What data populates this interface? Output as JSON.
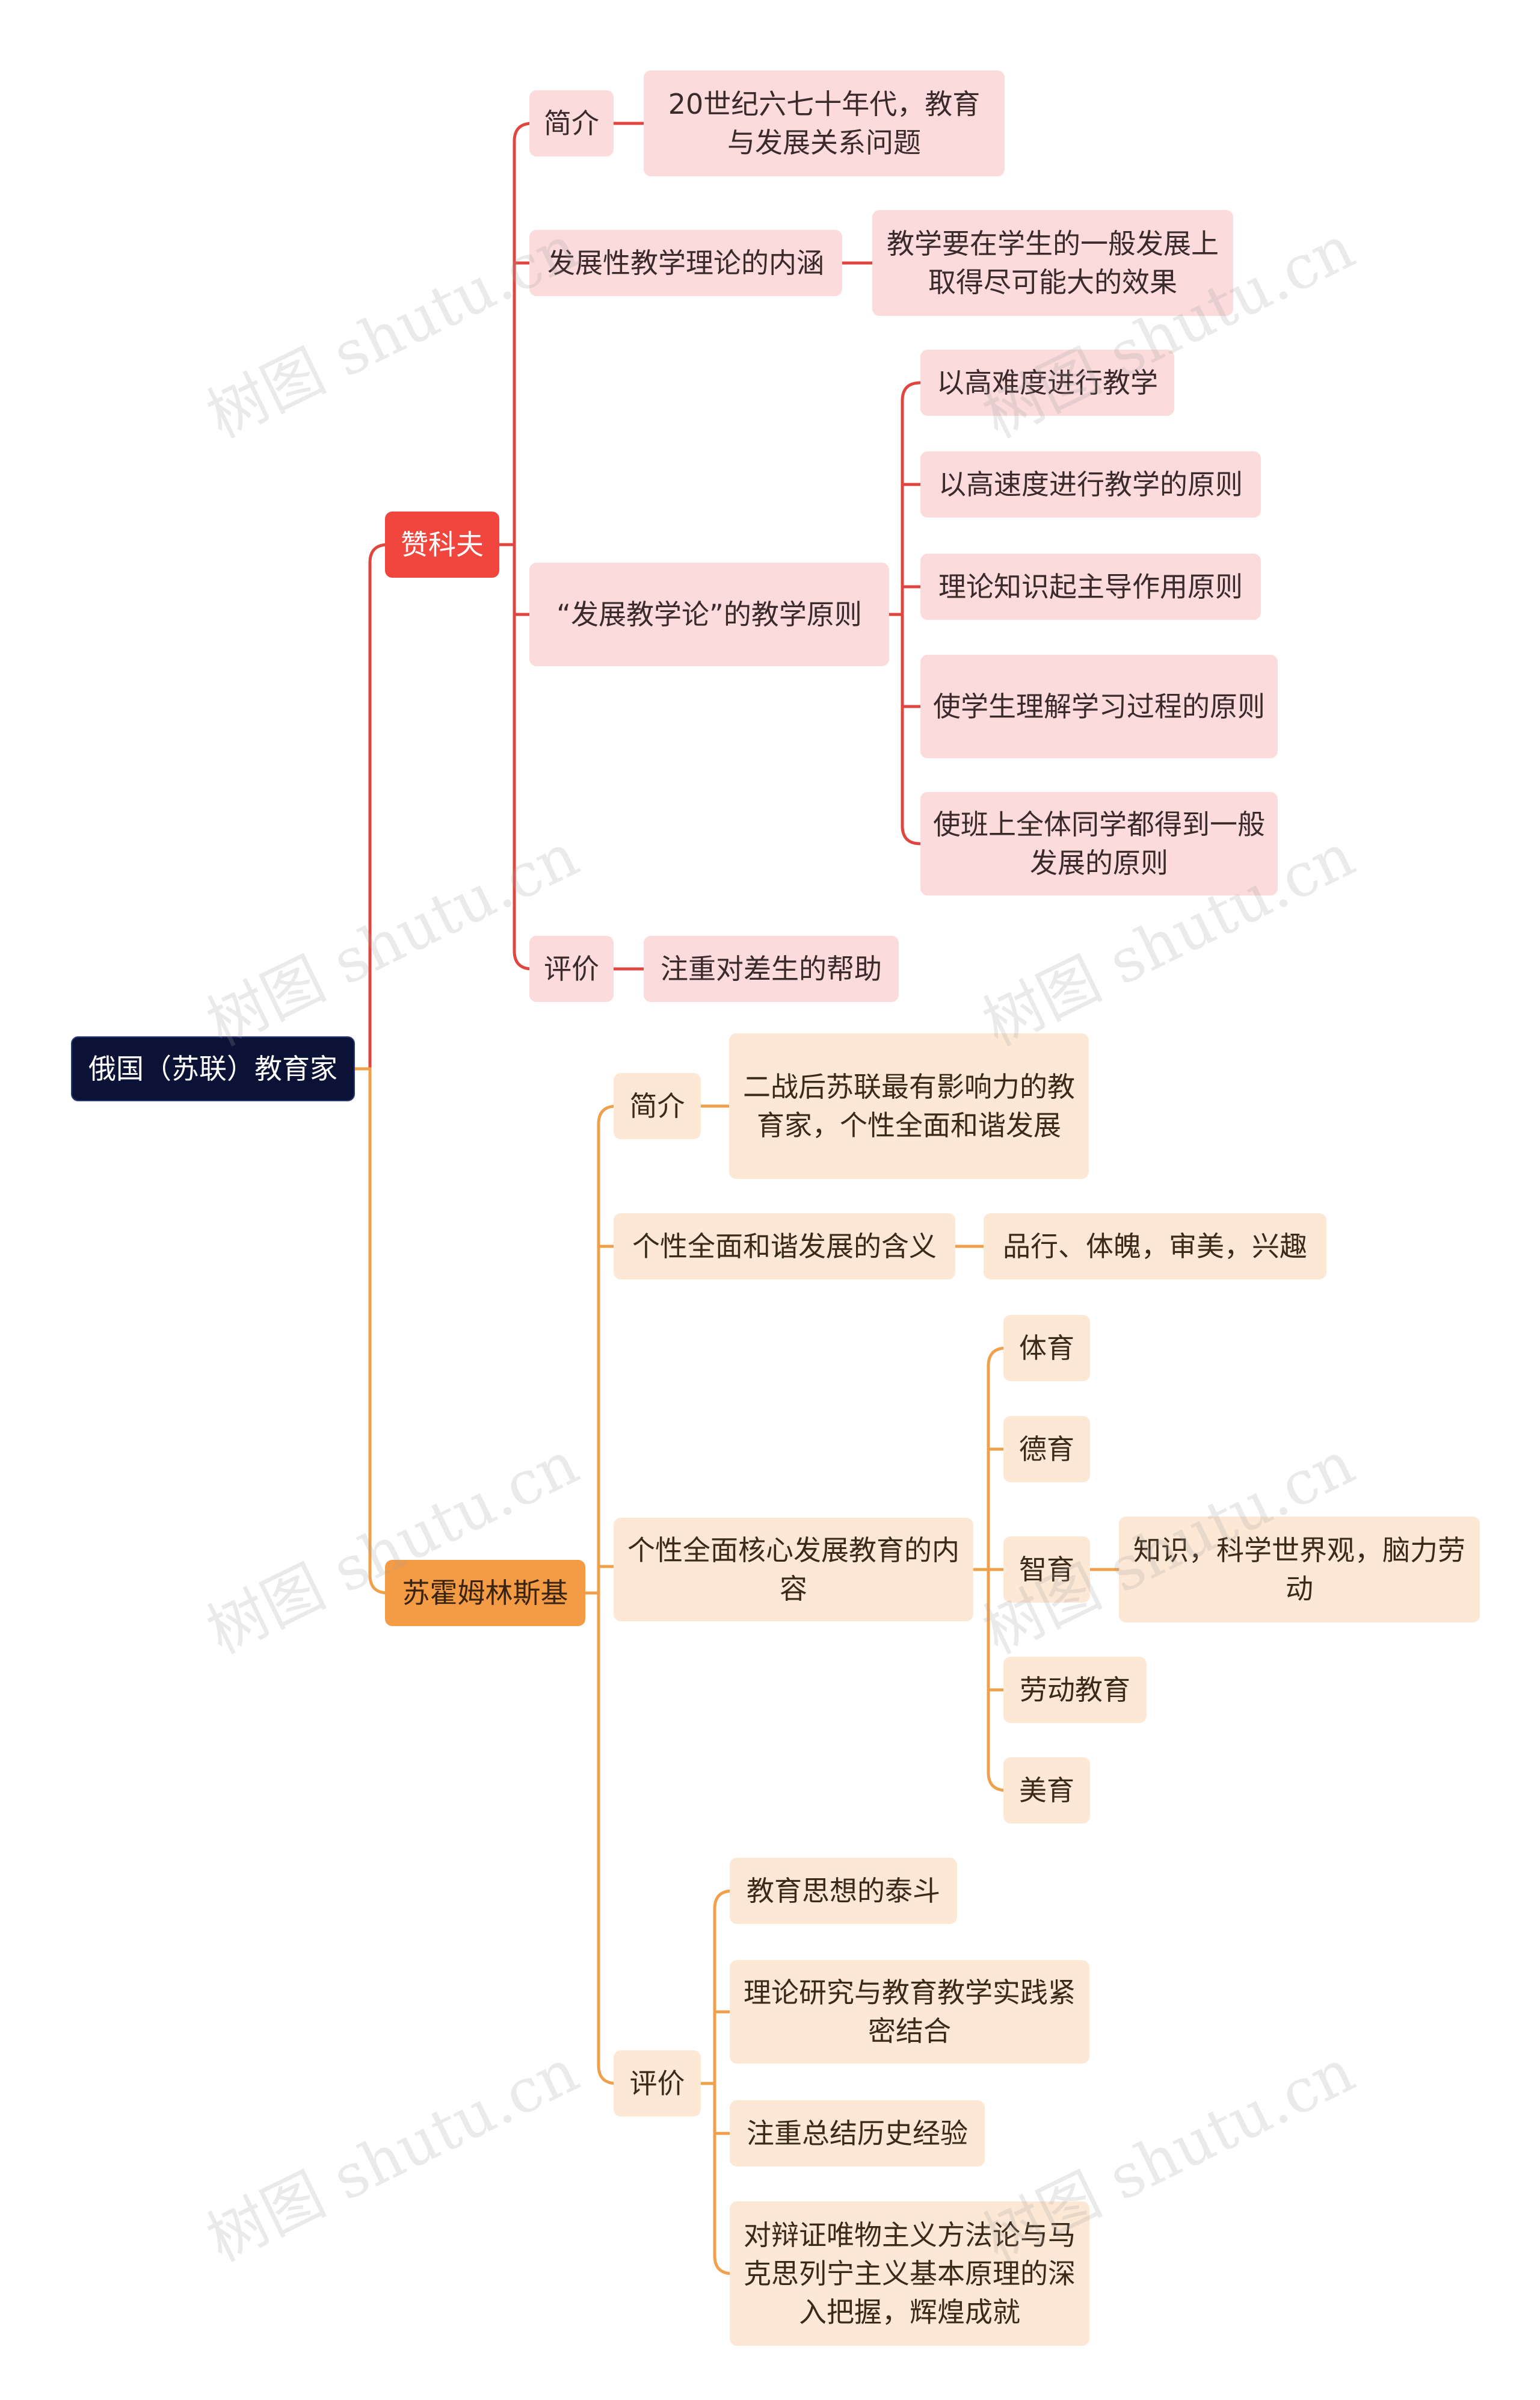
{
  "watermark": "树图 shutu.cn",
  "colors": {
    "zanke": "#e0463f",
    "suhuomu": "#f0a04b",
    "root": "#0c1236"
  },
  "root": {
    "label": "俄国（苏联）教育家"
  },
  "zanke": {
    "label": "赞科夫",
    "intro": {
      "label": "简介",
      "detail": "20世纪六七十年代，教育与发展关系问题"
    },
    "theory": {
      "label": "发展性教学理论的内涵",
      "detail": "教学要在学生的一般发展上取得尽可能大的效果"
    },
    "principles": {
      "label": "“发展教学论”的教学原则",
      "items": [
        "以高难度进行教学",
        "以高速度进行教学的原则",
        "理论知识起主导作用原则",
        "使学生理解学习过程的原则",
        "使班上全体同学都得到一般发展的原则"
      ]
    },
    "eval": {
      "label": "评价",
      "detail": "注重对差生的帮助"
    }
  },
  "suhuomu": {
    "label": "苏霍姆林斯基",
    "intro": {
      "label": "简介",
      "detail": "二战后苏联最有影响力的教育家，个性全面和谐发展"
    },
    "meaning": {
      "label": "个性全面和谐发展的含义",
      "detail": "品行、体魄，审美，兴趣"
    },
    "content": {
      "label": "个性全面核心发展教育的内容",
      "items": [
        "体育",
        "德育",
        "智育",
        "劳动教育",
        "美育"
      ],
      "zhiyu_detail": "知识，科学世界观，脑力劳动"
    },
    "eval": {
      "label": "评价",
      "items": [
        "教育思想的泰斗",
        "理论研究与教育教学实践紧密结合",
        "注重总结历史经验",
        "对辩证唯物主义方法论与马克思列宁主义基本原理的深入把握，辉煌成就"
      ]
    }
  }
}
